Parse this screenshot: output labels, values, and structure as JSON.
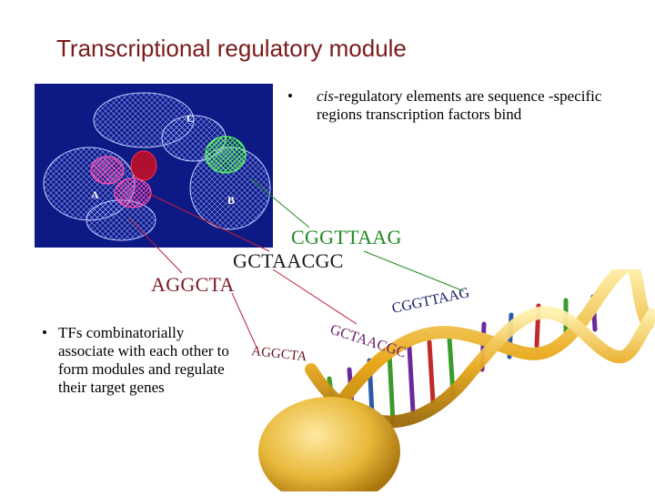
{
  "title": "Transcriptional regulatory module",
  "bullets": {
    "cis_prefix": "cis",
    "cis_rest": "-regulatory elements are sequence -specific regions transcription factors bind",
    "tfs": "TFs combinatorially associate with each other to form modules and regulate their target genes"
  },
  "protein_labels": {
    "a": "A",
    "b": "B",
    "c": "C"
  },
  "sequences": {
    "green": "CGGTTAAG",
    "dark": "GCTAACGC",
    "red": "AGGCTA"
  },
  "dna_labels": {
    "green": "CGGTTAAG",
    "purple": "GCTAACGC",
    "red": "AGGCTA"
  },
  "bullet_char": "•",
  "colors": {
    "title": "#7a1a1a",
    "protein_bg": "#0d1a86",
    "green": "#1f8a1f",
    "red": "#c0203a",
    "helix_gold": "#e0a21a"
  }
}
